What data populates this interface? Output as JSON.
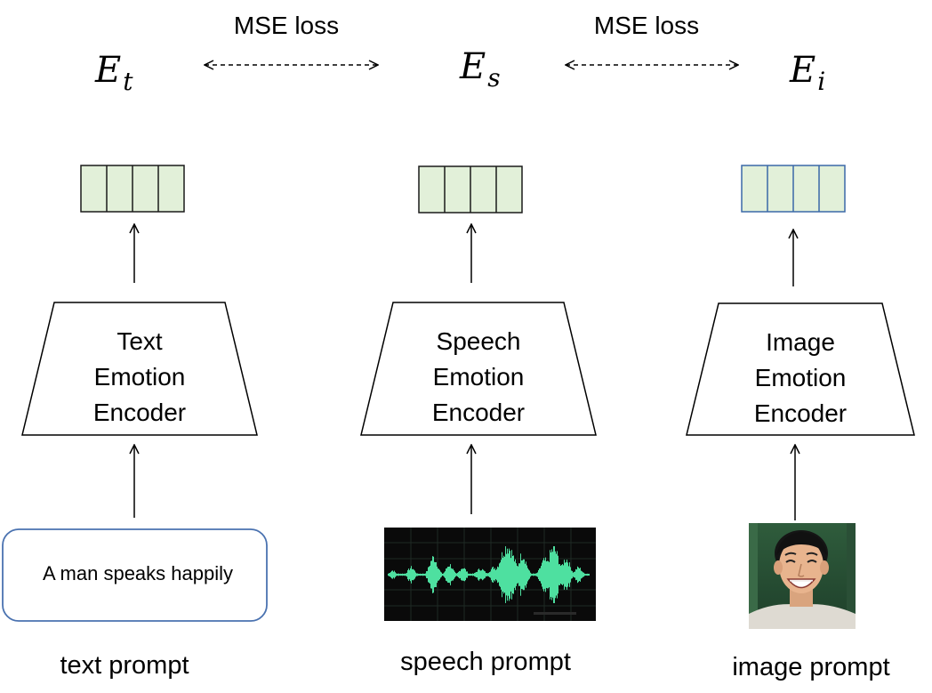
{
  "losses": {
    "left": "MSE loss",
    "right": "MSE loss"
  },
  "embeddings": {
    "text": {
      "main": "E",
      "sub": "t"
    },
    "speech": {
      "main": "E",
      "sub": "s"
    },
    "image": {
      "main": "E",
      "sub": "i"
    }
  },
  "encoders": {
    "text": [
      "Text",
      "Emotion",
      "Encoder"
    ],
    "speech": [
      "Speech",
      "Emotion",
      "Encoder"
    ],
    "image": [
      "Image",
      "Emotion",
      "Encoder"
    ]
  },
  "text_prompt_box": "A man speaks happily",
  "captions": {
    "text": "text prompt",
    "speech": "speech prompt",
    "image": "image prompt"
  },
  "colors": {
    "vector_fill": "#e2f0d9",
    "text_speech_vector_stroke": "#1a1a1a",
    "image_vector_stroke": "#3b69a8",
    "prompt_box_stroke": "#4a72b0",
    "waveform": "#4ee0a0",
    "spectrogram_bg": "#0a0a0a"
  }
}
